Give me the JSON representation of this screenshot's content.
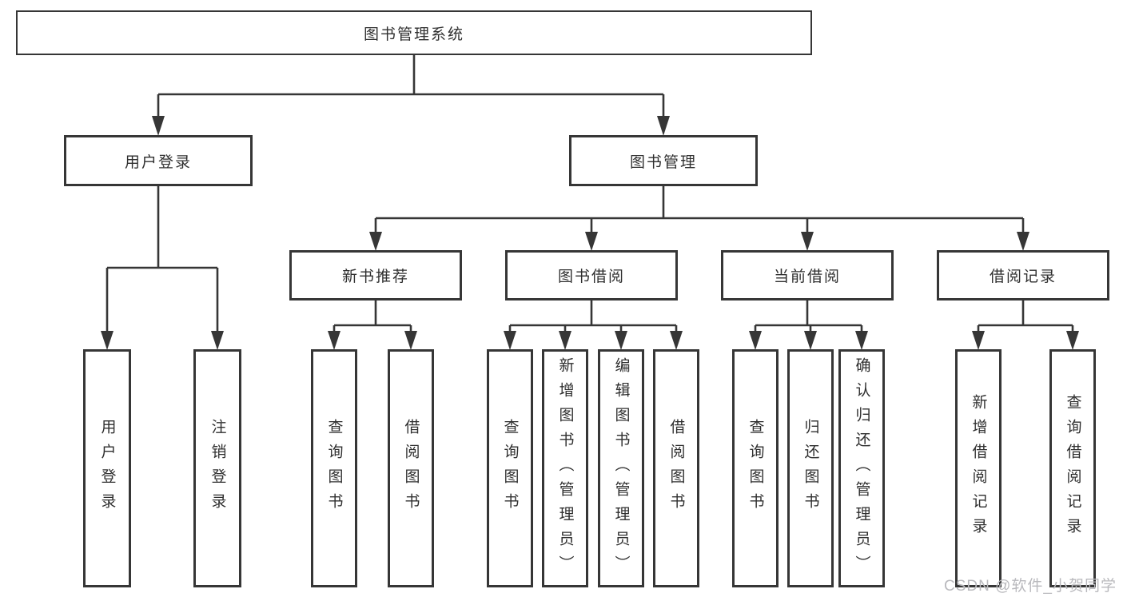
{
  "diagram_title": "图书管理系统",
  "watermark": "CSDN @软件_小贺同学",
  "colors": {
    "line": "#363636",
    "box_border": "#363636",
    "text": "#2f2f2f",
    "watermark": "#b9b9bd",
    "background": "#ffffff"
  },
  "nodes": {
    "root": "图书管理系统",
    "user_login": "用户登录",
    "book_management": "图书管理",
    "new_book_recommend": "新书推荐",
    "book_borrowing": "图书借阅",
    "current_borrowing": "当前借阅",
    "borrowing_records": "借阅记录"
  },
  "leaves": {
    "user_login": [
      "用户登录",
      "注销登录"
    ],
    "new_book_recommend": [
      "查询图书",
      "借阅图书"
    ],
    "book_borrowing": [
      "查询图书",
      "新增图书（管理员）",
      "编辑图书（管理员）",
      "借阅图书"
    ],
    "current_borrowing": [
      "查询图书",
      "归还图书",
      "确认归还（管理员）"
    ],
    "borrowing_records": [
      "新增借阅记录",
      "查询借阅记录"
    ]
  }
}
